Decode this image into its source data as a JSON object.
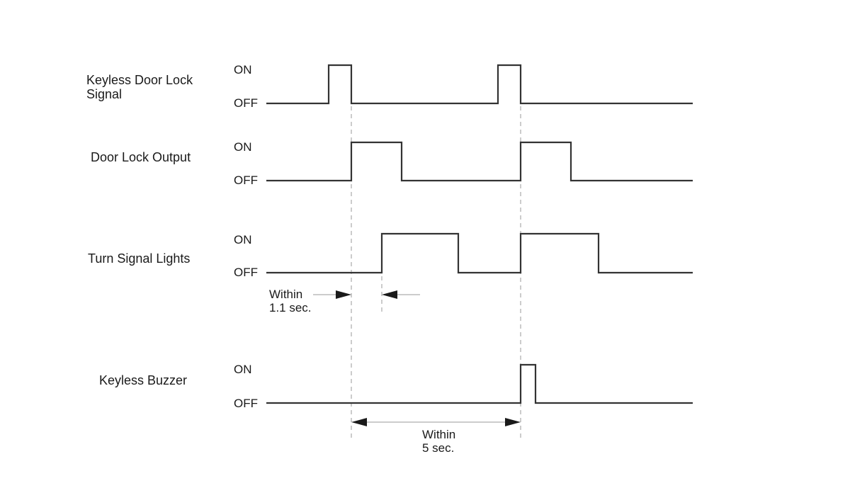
{
  "signals": [
    {
      "id": "keyless-door-lock-signal",
      "label": "Keyless Door Lock\nSignal",
      "on_label": "ON",
      "off_label": "OFF",
      "pulses": [
        [
          464,
          496
        ],
        [
          703,
          735
        ]
      ]
    },
    {
      "id": "door-lock-output",
      "label": "Door Lock Output",
      "on_label": "ON",
      "off_label": "OFF",
      "pulses": [
        [
          496,
          567
        ],
        [
          735,
          806
        ]
      ]
    },
    {
      "id": "turn-signal-lights",
      "label": "Turn Signal Lights",
      "on_label": "ON",
      "off_label": "OFF",
      "pulses": [
        [
          539,
          647
        ],
        [
          735,
          845
        ]
      ]
    },
    {
      "id": "keyless-buzzer",
      "label": "Keyless Buzzer",
      "on_label": "ON",
      "off_label": "OFF",
      "pulses": [
        [
          735,
          756
        ]
      ]
    }
  ],
  "annotations": {
    "turn_signal_delay": "Within\n1.1 sec.",
    "buzzer_delay": "Within\n5 sec."
  }
}
